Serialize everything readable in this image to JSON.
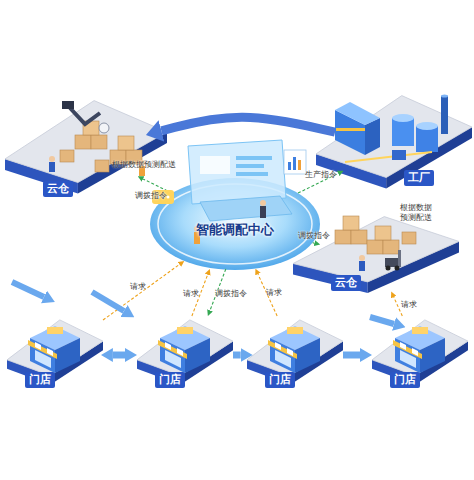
{
  "diagram": {
    "nodes": [
      {
        "text": [
          "云仓"
        ]
      },
      {
        "text": [
          "工厂"
        ]
      },
      {
        "text": [
          "智能调配中心"
        ]
      },
      {
        "text": [
          "云仓"
        ]
      },
      {
        "text": [
          "门店"
        ]
      },
      {
        "text": [
          "门店"
        ]
      },
      {
        "text": [
          "门店"
        ]
      },
      {
        "text": [
          "门店"
        ]
      }
    ],
    "edges": [
      {
        "from": 1,
        "to": 0,
        "arrow": "to"
      },
      {
        "from": 2,
        "to": 0,
        "label": "调拨指令",
        "arrow": "to"
      },
      {
        "from": 2,
        "to": 1,
        "label": "生产指令",
        "arrow": "to"
      },
      {
        "from": 2,
        "to": 3,
        "label": "调拨指令",
        "arrow": "to"
      },
      {
        "from": 4,
        "to": 2,
        "label": "请求",
        "arrow": "to"
      },
      {
        "from": 5,
        "to": 2,
        "label": "请求",
        "arrow": "to"
      },
      {
        "from": 2,
        "to": 5,
        "label": "调拨指令",
        "arrow": "to"
      },
      {
        "from": 6,
        "to": 2,
        "label": "请求",
        "arrow": "to"
      },
      {
        "from": 7,
        "to": 3,
        "label": "请求",
        "arrow": "to"
      },
      {
        "from": 4,
        "to": 5,
        "arrow": "both"
      },
      {
        "from": 5,
        "to": 6,
        "arrow": "to"
      },
      {
        "from": 6,
        "to": 7,
        "arrow": "to"
      }
    ],
    "labels": [
      "根据数据预测配送",
      "根据数据 预测配送"
    ]
  }
}
